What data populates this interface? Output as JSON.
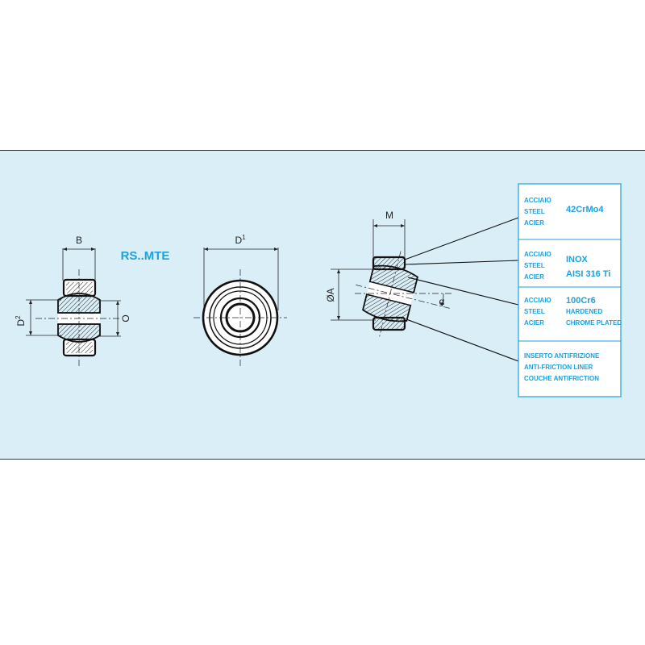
{
  "model_code": "RS..MTE",
  "dims": {
    "B": "B",
    "D": "D",
    "D1_sup": "1",
    "D2_sup": "2",
    "O": "O",
    "M": "M",
    "A": "ØA",
    "alpha": "α"
  },
  "legend": [
    {
      "langs": [
        "ACCIAIO",
        "STEEL",
        "ACIER"
      ],
      "material_lines": [
        "42CrMo4"
      ]
    },
    {
      "langs": [
        "ACCIAIO",
        "STEEL",
        "ACIER"
      ],
      "material_lines": [
        "INOX",
        "AISI 316 Ti"
      ]
    },
    {
      "langs": [
        "ACCIAIO",
        "STEEL",
        "ACIER"
      ],
      "material_lines": [
        "100Cr6",
        "HARDENED",
        "CHROME PLATED"
      ]
    },
    {
      "langs": [
        "INSERTO ANTIFRIZIONE",
        "ANTI-FRICTION LINER",
        "COUCHE ANTIFRICTION"
      ],
      "material_lines": []
    }
  ],
  "colors": {
    "panel_bg": "#d9eef7",
    "accent": "#1ea0dc",
    "line": "#222222"
  }
}
